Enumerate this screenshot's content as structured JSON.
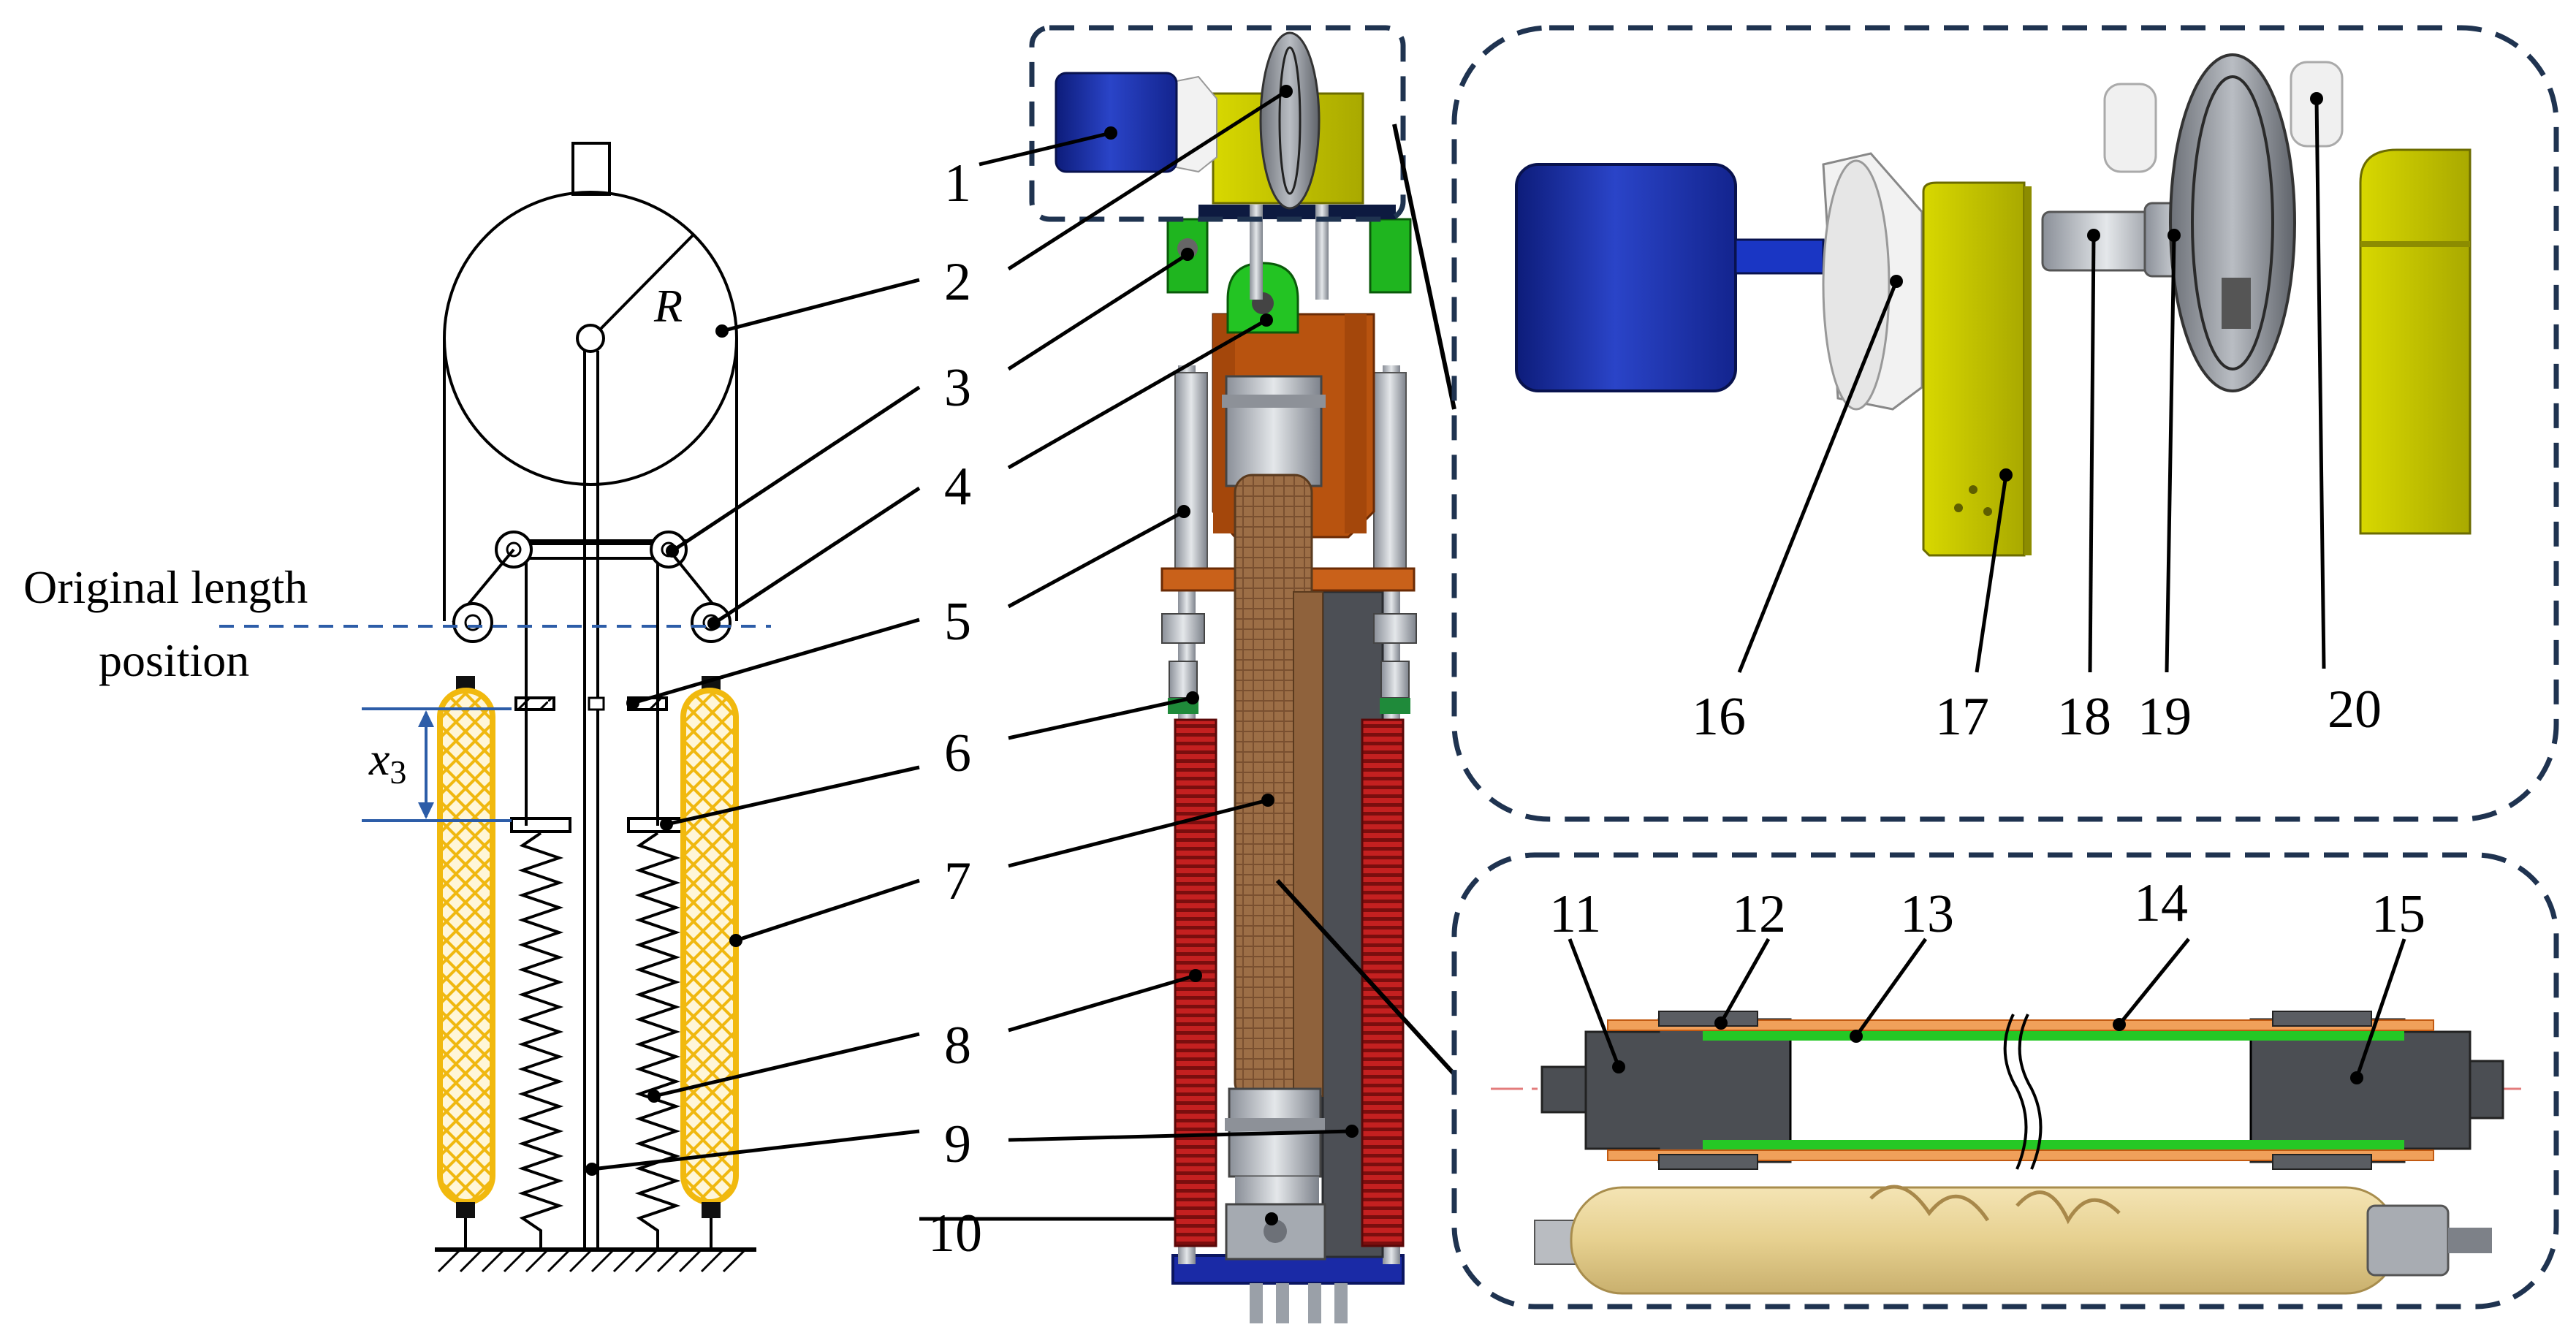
{
  "schematic": {
    "radius_label": "R",
    "orig_line1": "Original length",
    "orig_line2": "position",
    "disp_base": "x",
    "disp_sub": "3"
  },
  "callouts": {
    "n1": "1",
    "n2": "2",
    "n3": "3",
    "n4": "4",
    "n5": "5",
    "n6": "6",
    "n7": "7",
    "n8": "8",
    "n9": "9",
    "n10": "10",
    "n11": "11",
    "n12": "12",
    "n13": "13",
    "n14": "14",
    "n15": "15",
    "n16": "16",
    "n17": "17",
    "n18": "18",
    "n19": "19",
    "n20": "20"
  },
  "colors": {
    "motor_blue": "#1a2fa0",
    "bracket_yellow": "#c2c300",
    "mount_green": "#1fb51f",
    "plate_orange": "#c65a12",
    "spring_red": "#b01a1a",
    "muscle_brown": "#a07550",
    "braid_yellow": "#f3c21b",
    "panel_border": "#1f3350"
  }
}
